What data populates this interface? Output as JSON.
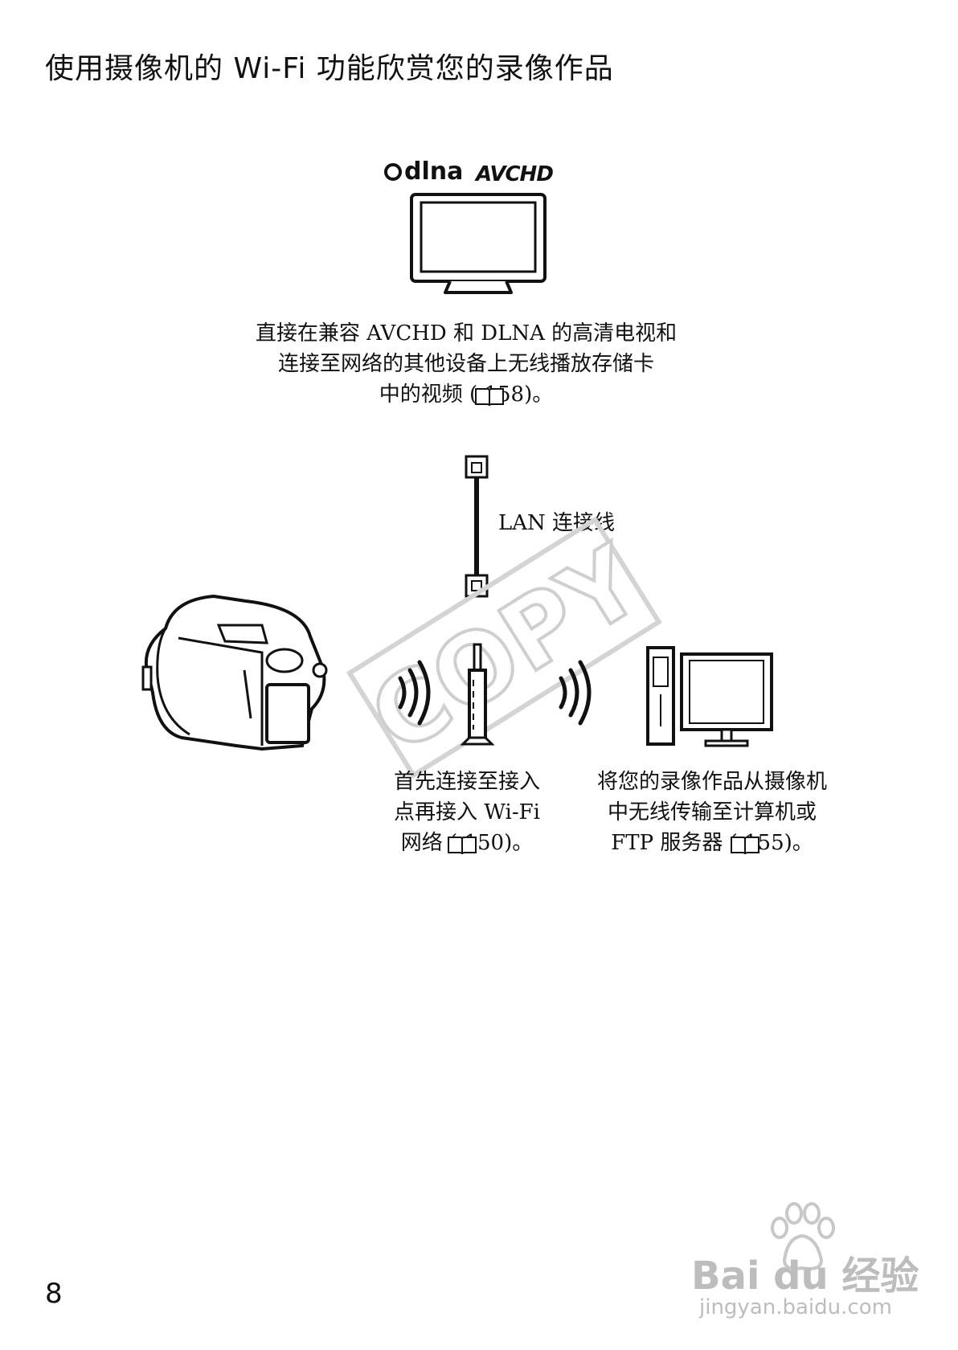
{
  "page": {
    "title": "使用摄像机的 Wi-Fi 功能欣赏您的录像作品",
    "page_number": "8"
  },
  "logos": {
    "dlna": "dlna",
    "avchd": "AVCHD"
  },
  "captions": {
    "tv": "直接在兼容 AVCHD 和 DLNA 的高清电视和\n连接至网络的其他设备上无线播放存储卡\n中的视频 (  158)。",
    "lan": "LAN 连接线",
    "access_point": "首先连接至接入\n点再接入 Wi-Fi\n网络 (  150)。",
    "computer": "将您的录像作品从摄像机\n中无线传输至计算机或\nFTP 服务器 (  155)。"
  },
  "stamp": "COPY",
  "watermark": {
    "brand": "Bai du 经验",
    "url": "jingyan.baidu.com"
  },
  "icons": [
    "dlna-logo",
    "avchd-logo",
    "tv-icon",
    "lan-cable-icon",
    "camcorder-icon",
    "wifi-wave-icon",
    "router-icon",
    "computer-icon",
    "book-reference-icon"
  ]
}
